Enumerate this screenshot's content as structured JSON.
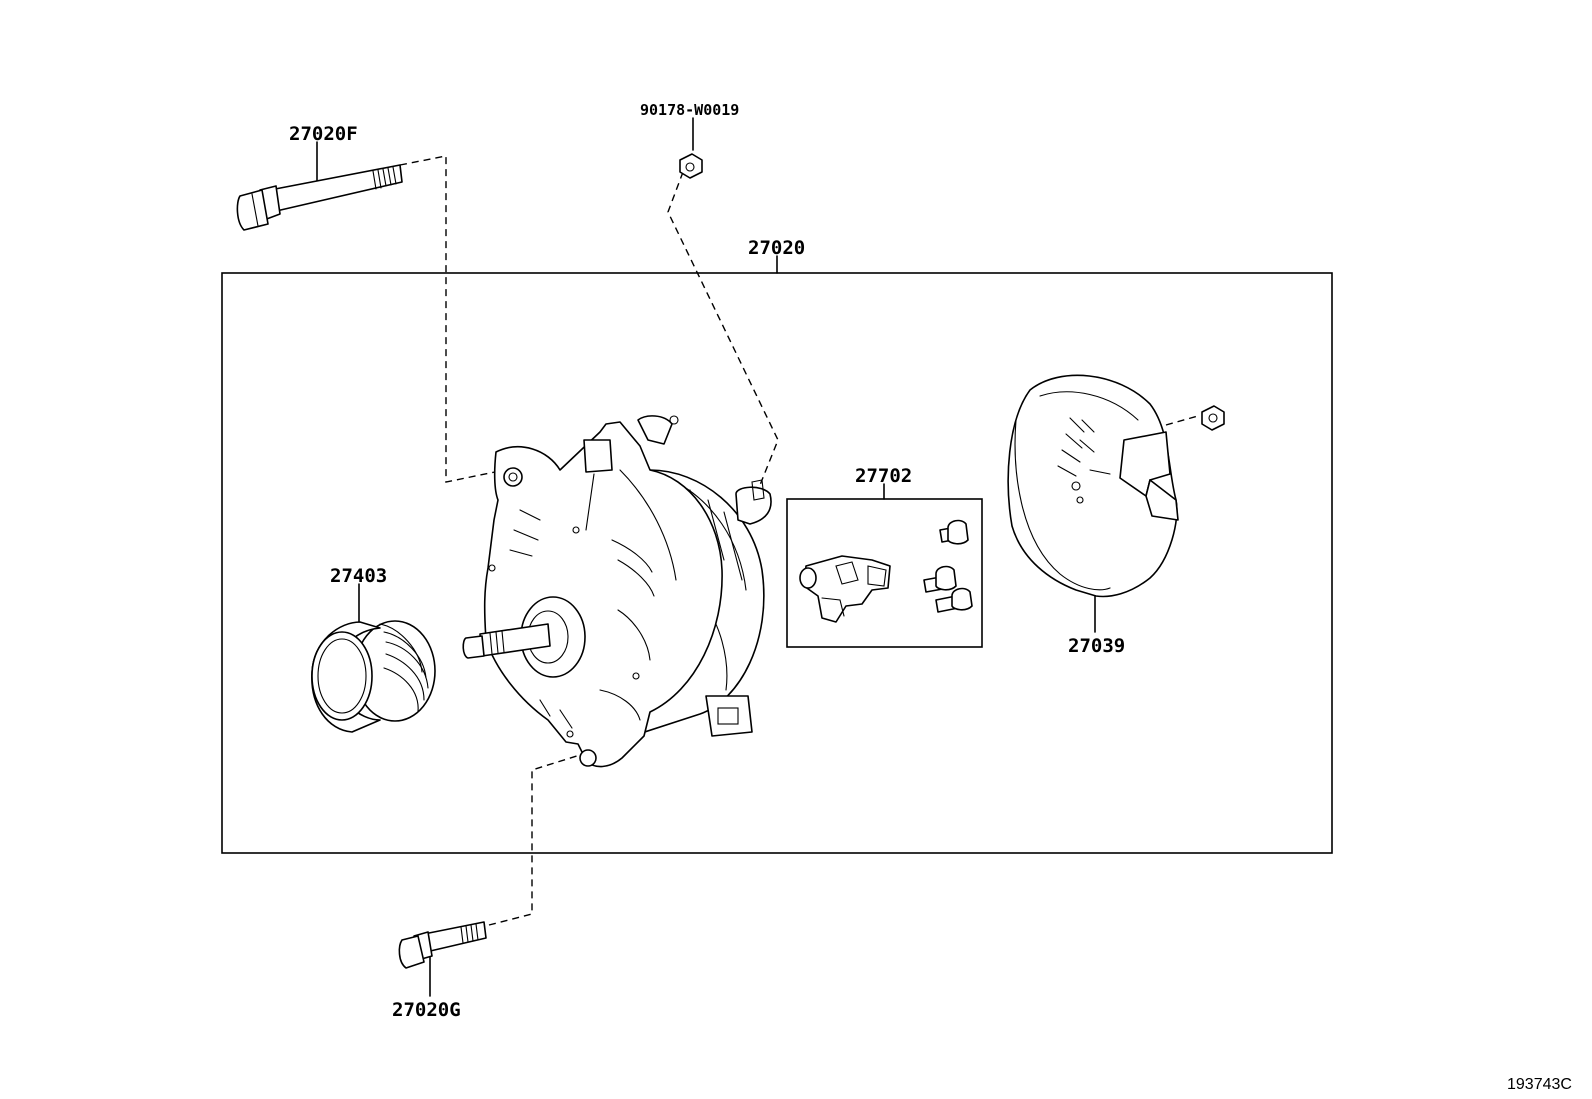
{
  "parts": {
    "bolt_upper": "27020F",
    "nut_top": "90178-W0019",
    "alternator_assy": "27020",
    "pulley": "27403",
    "brush_holder_kit": "27702",
    "rear_cover": "27039",
    "bolt_lower": "27020G"
  },
  "illustration_ref": "193743C"
}
